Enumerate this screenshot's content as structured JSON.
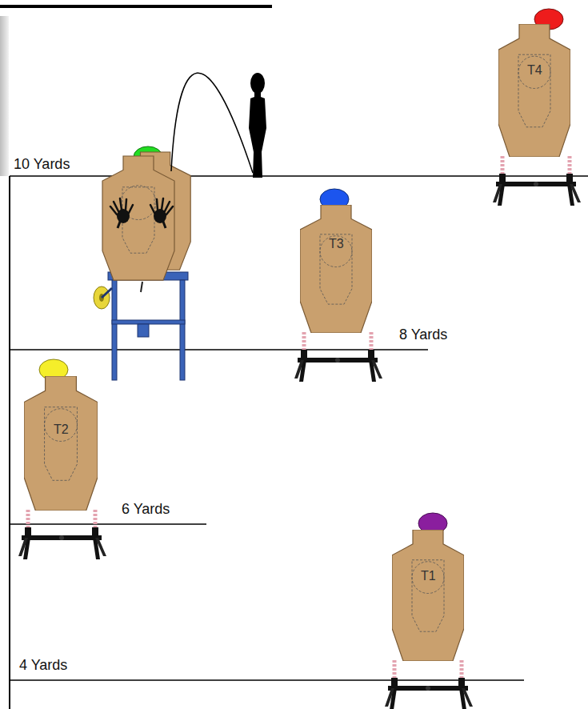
{
  "diagram": {
    "nodes": [
      {
        "text": [
          "T4"
        ]
      },
      {
        "text": [
          "T3"
        ]
      },
      {
        "text": [
          "T2"
        ]
      },
      {
        "text": [
          "T1"
        ]
      }
    ],
    "labels": [
      "10 Yards",
      "8 Yards",
      "6 Yards",
      "4 Yards"
    ]
  }
}
